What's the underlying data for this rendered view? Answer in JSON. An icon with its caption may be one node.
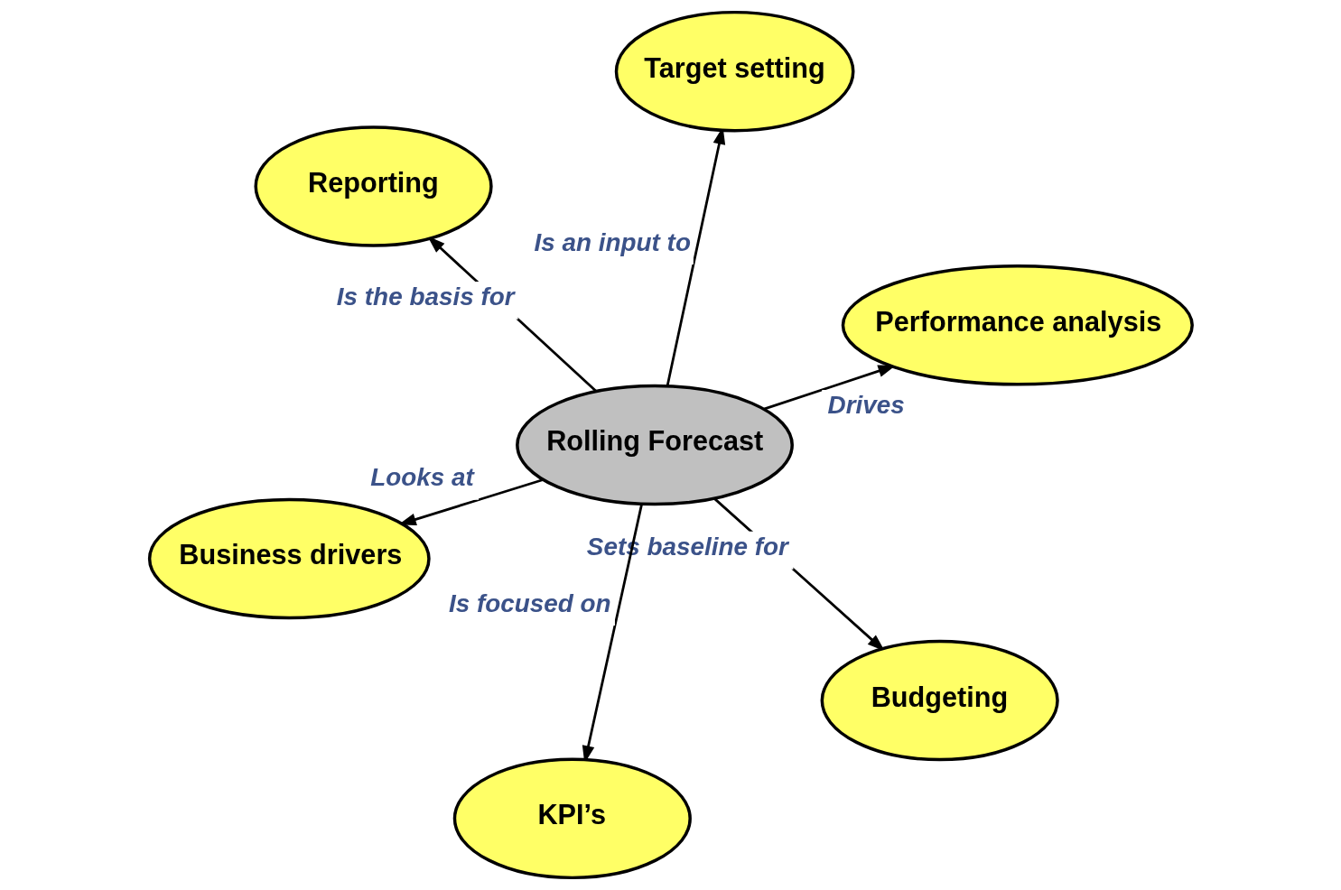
{
  "diagram": {
    "nodes": [
      {
        "text": [
          "Budgeting"
        ]
      },
      {
        "text": [
          "Target setting"
        ]
      },
      {
        "text": [
          "KPI’s"
        ]
      },
      {
        "text": [
          "Rolling Forecast"
        ]
      },
      {
        "text": [
          "Performance analysis"
        ]
      },
      {
        "text": [
          "Business drivers"
        ]
      },
      {
        "text": [
          "Reporting"
        ]
      }
    ],
    "edges": [
      {
        "from": 3,
        "to": 0,
        "arrow": "to",
        "label": "Sets baseline for"
      },
      {
        "from": 3,
        "to": 1,
        "arrow": "to",
        "label": "Is an input to"
      },
      {
        "from": 3,
        "to": 2,
        "arrow": "to",
        "label": "Is focused on"
      },
      {
        "from": 3,
        "to": 4,
        "arrow": "to",
        "label": "Drives"
      },
      {
        "from": 3,
        "to": 5,
        "arrow": "to",
        "label": "Looks at"
      },
      {
        "from": 3,
        "to": 6,
        "arrow": "to",
        "label": "Is the basis for"
      }
    ]
  }
}
